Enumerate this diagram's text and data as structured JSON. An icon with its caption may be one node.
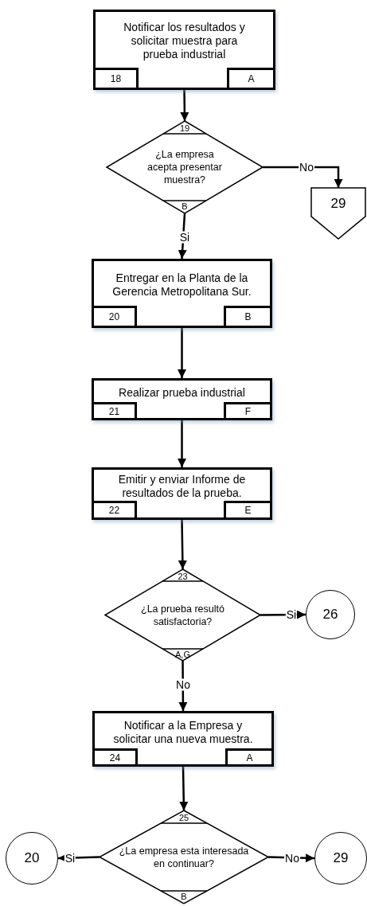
{
  "diagram": {
    "nodes": [
      {
        "text": [
          "Notificar los resultados y solicitar muestra para prueba industrial",
          "18",
          "A"
        ]
      },
      {
        "text": [
          "19",
          "¿La empresa acepta presentar muestra?",
          "B"
        ]
      },
      {
        "text": [
          "29"
        ]
      },
      {
        "text": [
          "Entregar en la Planta de la Gerencia Metropolitana Sur.",
          "20",
          "B"
        ]
      },
      {
        "text": [
          "Realizar prueba industrial",
          "21",
          "F"
        ]
      },
      {
        "text": [
          "Emitir y enviar Informe de resultados de la prueba.",
          "22",
          "E"
        ]
      },
      {
        "text": [
          "23",
          "¿La prueba resultó satisfactoria?",
          "A,G"
        ]
      },
      {
        "text": [
          "26"
        ]
      },
      {
        "text": [
          "Notificar a la Empresa y solicitar una nueva muestra.",
          "24",
          "A"
        ]
      },
      {
        "text": [
          "25",
          "¿La empresa esta interesada en continuar?",
          "B"
        ]
      },
      {
        "text": [
          "20"
        ]
      },
      {
        "text": [
          "29"
        ]
      }
    ],
    "edges": [
      {
        "from": 0,
        "to": 1,
        "arrow": "to"
      },
      {
        "from": 1,
        "to": 2,
        "arrow": "to",
        "label": "No"
      },
      {
        "from": 1,
        "to": 3,
        "arrow": "to",
        "label": "Si"
      },
      {
        "from": 3,
        "to": 4,
        "arrow": "to"
      },
      {
        "from": 4,
        "to": 5,
        "arrow": "to"
      },
      {
        "from": 5,
        "to": 6,
        "arrow": "to"
      },
      {
        "from": 6,
        "to": 7,
        "arrow": "to",
        "label": "Si"
      },
      {
        "from": 6,
        "to": 8,
        "arrow": "to",
        "label": "No"
      },
      {
        "from": 8,
        "to": 9,
        "arrow": "to"
      },
      {
        "from": 9,
        "to": 10,
        "arrow": "to",
        "label": "Si"
      },
      {
        "from": 9,
        "to": 11,
        "arrow": "to",
        "label": "No"
      }
    ]
  }
}
